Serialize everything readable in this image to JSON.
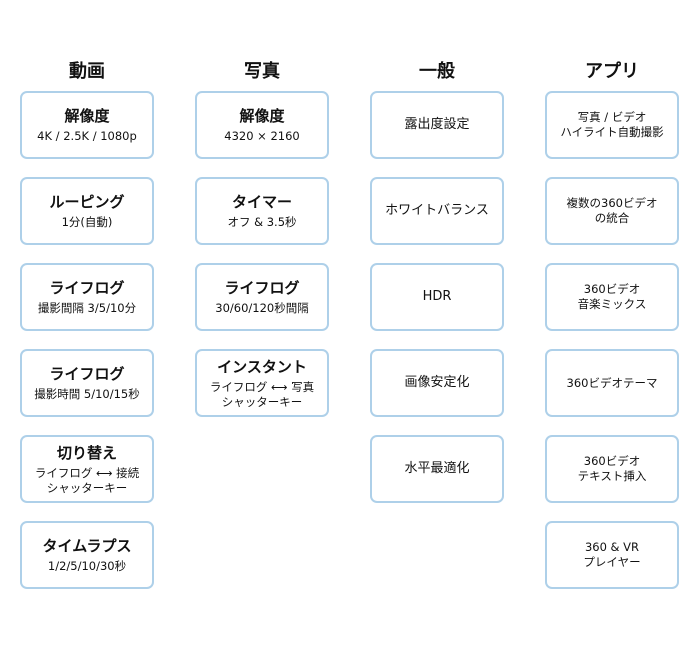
{
  "columns": [
    {
      "heading": "動画",
      "cards": [
        {
          "title": "解像度",
          "sub": "4K / 2.5K / 1080p"
        },
        {
          "title": "ルーピング",
          "sub": "1分(自動)"
        },
        {
          "title": "ライフログ",
          "sub": "撮影間隔 3/5/10分"
        },
        {
          "title": "ライフログ",
          "sub": "撮影時間 5/10/15秒"
        },
        {
          "title": "切り替え",
          "sub": "ライフログ ⟷ 接続\nシャッターキー"
        },
        {
          "title": "タイムラプス",
          "sub": "1/2/5/10/30秒"
        }
      ]
    },
    {
      "heading": "写真",
      "cards": [
        {
          "title": "解像度",
          "sub": "4320 × 2160"
        },
        {
          "title": "タイマー",
          "sub": "オフ & 3.5秒"
        },
        {
          "title": "ライフログ",
          "sub": "30/60/120秒間隔"
        },
        {
          "title": "インスタント",
          "sub": "ライフログ ⟷ 写真\nシャッターキー"
        }
      ]
    },
    {
      "heading": "一般",
      "cards": [
        {
          "label": "露出度設定"
        },
        {
          "label": "ホワイトバランス"
        },
        {
          "label": "HDR"
        },
        {
          "label": "画像安定化"
        },
        {
          "label": "水平最適化"
        }
      ]
    },
    {
      "heading": "アプリ",
      "cards": [
        {
          "label": "写真 / ビデオ\nハイライト自動撮影",
          "small": true
        },
        {
          "label": "複数の360ビデオ\nの統合",
          "small": true
        },
        {
          "label": "360ビデオ\n音楽ミックス",
          "small": true
        },
        {
          "label": "360ビデオテーマ",
          "small": true
        },
        {
          "label": "360ビデオ\nテキスト挿入",
          "small": true
        },
        {
          "label": "360 & VR\nプレイヤー",
          "small": true
        }
      ]
    }
  ]
}
